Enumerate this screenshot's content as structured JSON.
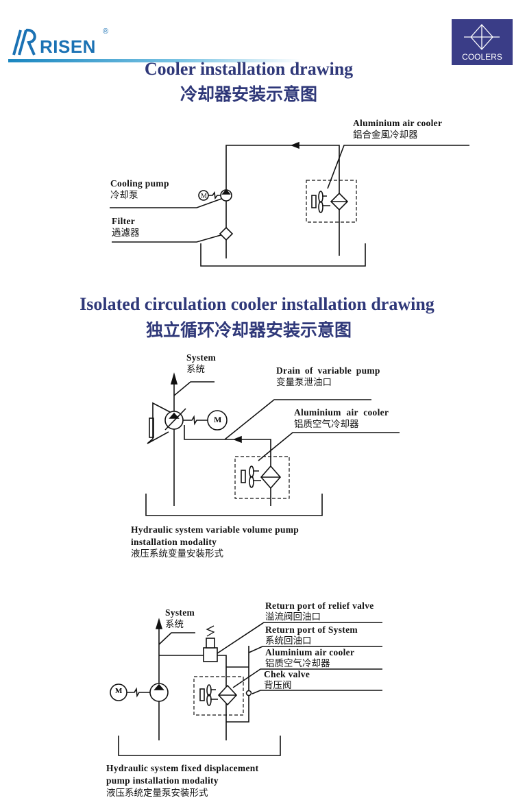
{
  "header": {
    "brand": "RISEN",
    "registered_mark": "®",
    "badge_label": "COOLERS",
    "brand_color": "#1b72b4",
    "badge_color": "#3a3d87"
  },
  "section1": {
    "title_en": "Cooler installation drawing",
    "title_zh": "冷却器安装示意图",
    "labels": {
      "cooler_en": "Aluminium air cooler",
      "cooler_zh": "鋁合金風冷却器",
      "pump_en": "Cooling pump",
      "pump_zh": "冷却泵",
      "filter_en": "Filter",
      "filter_zh": "過濾器"
    }
  },
  "section2": {
    "title_en": "Isolated circulation cooler installation drawing",
    "title_zh": "独立循环冷却器安装示意图",
    "diagram_a": {
      "system_en": "System",
      "system_zh": "系统",
      "drain_en": "Drain of variable pump",
      "drain_zh": "变量泵泄油口",
      "cooler_en": "Aluminium air cooler",
      "cooler_zh": "铝质空气冷却器",
      "motor": "M",
      "caption_line1": "Hydraulic system variable volume pump",
      "caption_line2": "installation modality",
      "caption_zh": "液压系统变量安装形式"
    },
    "diagram_b": {
      "system_en": "System",
      "system_zh": "系统",
      "relief_en": "Return port of relief valve",
      "relief_zh": "溢流阀回油口",
      "return_en": "Return port of System",
      "return_zh": "系统回油口",
      "cooler_en": "Aluminium air cooler",
      "cooler_zh": "铝质空气冷却器",
      "check_en": "Chek valve",
      "check_zh": "背压阀",
      "motor": "M",
      "caption_line1": "Hydraulic system fixed displacement",
      "caption_line2": "pump installation modality",
      "caption_zh": "液压系统定量泵安装形式"
    }
  }
}
